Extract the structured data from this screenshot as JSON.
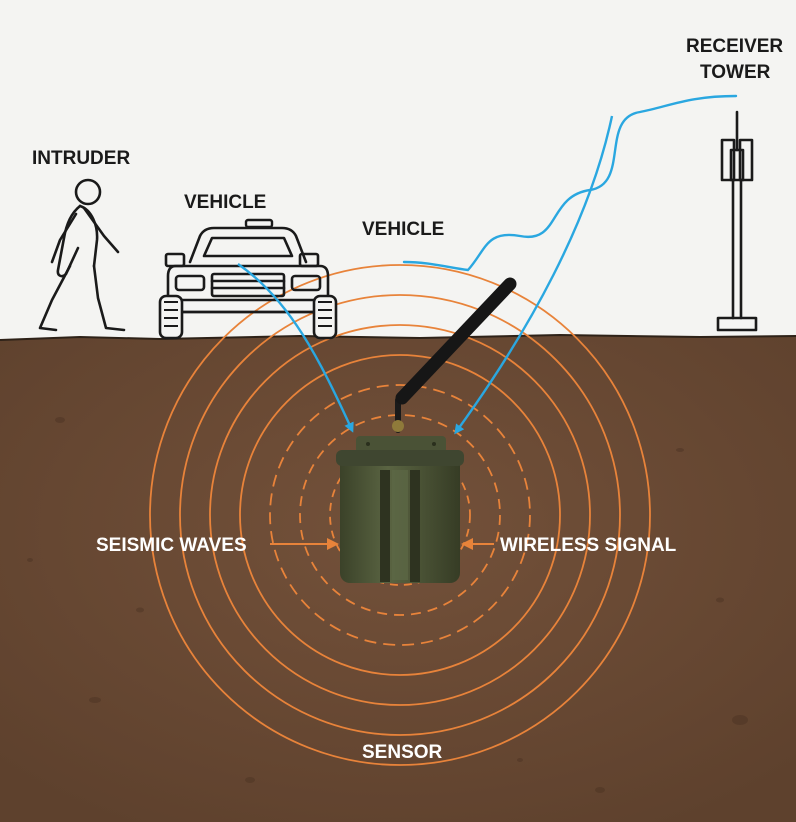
{
  "labels": {
    "intruder": "INTRUDER",
    "vehicle_left": "VEHICLE",
    "vehicle_center": "VEHICLE",
    "receiver_line1": "RECEIVER",
    "receiver_line2": "TOWER",
    "seismic_waves": "SEISMIC WAVES",
    "wireless_signal": "WIRELESS SIGNAL",
    "sensor": "SENSOR"
  },
  "colors": {
    "sky": "#f4f4f2",
    "soil": "#6b4a34",
    "soil_dark": "#5a3c29",
    "wave": "#e8833a",
    "signal": "#2aa7e0",
    "sensor_body": "#4a5236",
    "outline": "#1a1a1a"
  }
}
